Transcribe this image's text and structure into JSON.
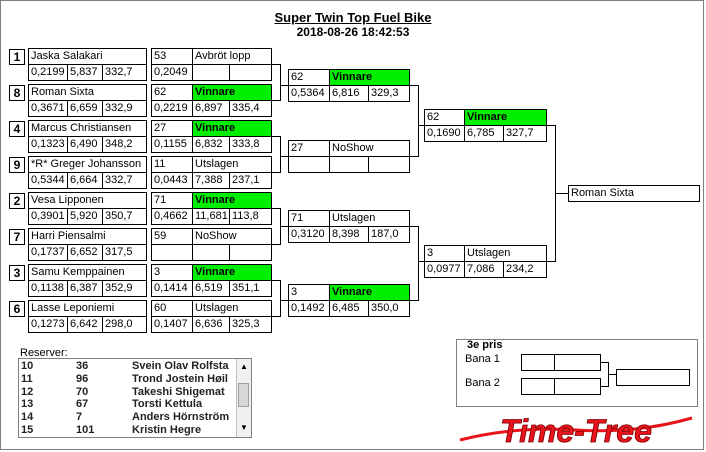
{
  "title": "Super Twin Top Fuel Bike",
  "datetime": "2018-08-26 18:42:53",
  "round1": [
    {
      "seed": "1",
      "name": "Jaska Salakari",
      "rt": "0,2199",
      "et": "5,837",
      "speed": "332,7",
      "lane": "53",
      "result": "Avbröt lopp",
      "win": false,
      "r2": "0,2049",
      "r3": "",
      "r4": ""
    },
    {
      "seed": "8",
      "name": "Roman Sixta",
      "rt": "0,3671",
      "et": "6,659",
      "speed": "332,9",
      "lane": "62",
      "result": "Vinnare",
      "win": true,
      "r2": "0,2219",
      "r3": "6,897",
      "r4": "335,4"
    },
    {
      "seed": "4",
      "name": "Marcus Christiansen",
      "rt": "0,1323",
      "et": "6,490",
      "speed": "348,2",
      "lane": "27",
      "result": "Vinnare",
      "win": true,
      "r2": "0,1155",
      "r3": "6,832",
      "r4": "333,8"
    },
    {
      "seed": "9",
      "name": "*R* Greger Johansson",
      "rt": "0,5344",
      "et": "6,664",
      "speed": "332,7",
      "lane": "11",
      "result": "Utslagen",
      "win": false,
      "r2": "0,0443",
      "r3": "7,388",
      "r4": "237,1"
    },
    {
      "seed": "2",
      "name": "Vesa Lipponen",
      "rt": "0,3901",
      "et": "5,920",
      "speed": "350,7",
      "lane": "71",
      "result": "Vinnare",
      "win": true,
      "r2": "0,4662",
      "r3": "11,681",
      "r4": "113,8"
    },
    {
      "seed": "7",
      "name": "Harri Piensalmi",
      "rt": "0,1737",
      "et": "6,652",
      "speed": "317,5",
      "lane": "59",
      "result": "NoShow",
      "win": false,
      "r2": "",
      "r3": "",
      "r4": ""
    },
    {
      "seed": "3",
      "name": "Samu Kemppainen",
      "rt": "0,1138",
      "et": "6,387",
      "speed": "352,9",
      "lane": "3",
      "result": "Vinnare",
      "win": true,
      "r2": "0,1414",
      "r3": "6,519",
      "r4": "351,1"
    },
    {
      "seed": "6",
      "name": "Lasse Leponiemi",
      "rt": "0,1273",
      "et": "6,642",
      "speed": "298,0",
      "lane": "60",
      "result": "Utslagen",
      "win": false,
      "r2": "0,1407",
      "r3": "6,636",
      "r4": "325,3"
    }
  ],
  "round2": [
    {
      "lane": "62",
      "result": "Vinnare",
      "win": true,
      "rt": "0,5364",
      "et": "6,816",
      "speed": "329,3"
    },
    {
      "lane": "27",
      "result": "NoShow",
      "win": false,
      "rt": "",
      "et": "",
      "speed": ""
    },
    {
      "lane": "71",
      "result": "Utslagen",
      "win": false,
      "rt": "0,3120",
      "et": "8,398",
      "speed": "187,0"
    },
    {
      "lane": "3",
      "result": "Vinnare",
      "win": true,
      "rt": "0,1492",
      "et": "6,485",
      "speed": "350,0"
    }
  ],
  "round3": [
    {
      "lane": "62",
      "result": "Vinnare",
      "win": true,
      "rt": "0,1690",
      "et": "6,785",
      "speed": "327,7"
    },
    {
      "lane": "3",
      "result": "Utslagen",
      "win": false,
      "rt": "0,0977",
      "et": "7,086",
      "speed": "234,2"
    }
  ],
  "final_winner": "Roman Sixta",
  "reserves_label": "Reserver:",
  "reserves": [
    {
      "pos": "10",
      "num": "36",
      "name": "Svein Olav Rolfsta"
    },
    {
      "pos": "11",
      "num": "96",
      "name": "Trond Jostein Høil"
    },
    {
      "pos": "12",
      "num": "70",
      "name": "Takeshi Shigemat"
    },
    {
      "pos": "13",
      "num": "67",
      "name": "Torsti Kettula"
    },
    {
      "pos": "14",
      "num": "7",
      "name": "Anders Hörnström"
    },
    {
      "pos": "15",
      "num": "101",
      "name": "Kristin Hegre"
    }
  ],
  "third_prize": {
    "label": "3e pris",
    "lane1": "Bana 1",
    "lane2": "Bana 2"
  },
  "logo_text": "Time-Tree",
  "colors": {
    "winner": "#00ee00",
    "logo": "#e8141c"
  }
}
